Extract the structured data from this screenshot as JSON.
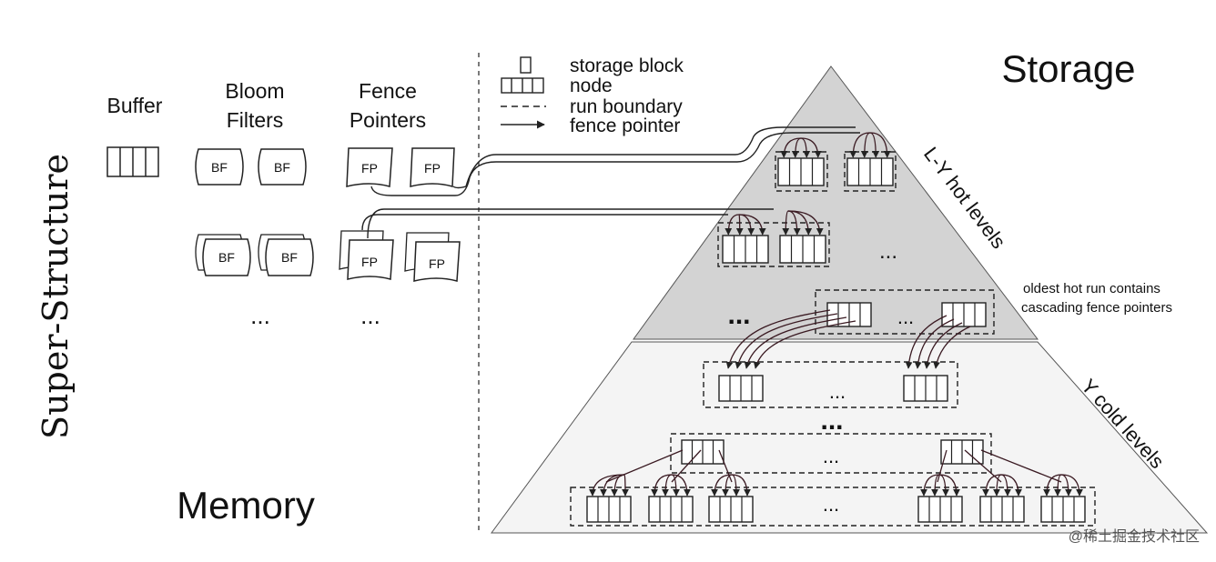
{
  "labels": {
    "super_structure": "Super-Structure",
    "memory": "Memory",
    "storage": "Storage",
    "buffer": "Buffer",
    "bloom_filters_line1": "Bloom",
    "bloom_filters_line2": "Filters",
    "fence_pointers_line1": "Fence",
    "fence_pointers_line2": "Pointers",
    "bf": "BF",
    "fp": "FP",
    "ellipsis": "...",
    "hot_levels": "L-Y hot levels",
    "cold_levels": "Y cold levels",
    "note_line1": "oldest hot run contains",
    "note_line2": "cascading fence pointers",
    "watermark": "@稀土掘金技术社区"
  },
  "legend": [
    {
      "symbol": "storage-block",
      "label": "storage block"
    },
    {
      "symbol": "node",
      "label": "node"
    },
    {
      "symbol": "run-boundary",
      "label": "run boundary"
    },
    {
      "symbol": "fence-pointer",
      "label": "fence pointer"
    }
  ],
  "colors": {
    "hot_fill": "#d3d3d3",
    "cold_fill": "#f4f4f4",
    "line": "#222222",
    "arrow": "#5a1f2a"
  }
}
